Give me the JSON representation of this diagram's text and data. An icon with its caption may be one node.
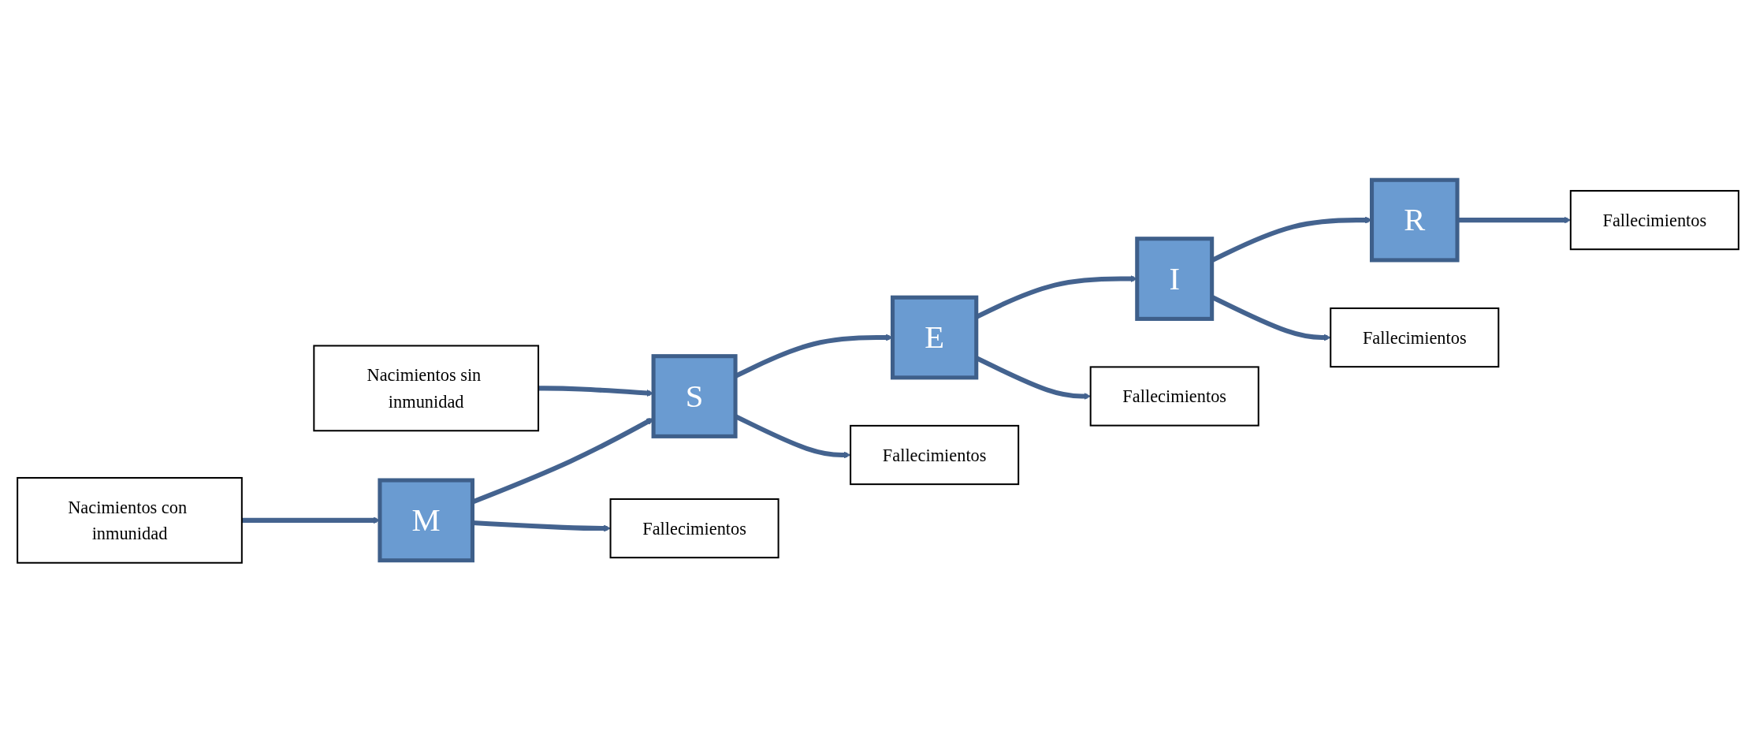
{
  "diagram": {
    "nodes": [
      {
        "text": [
          "Nacimientos con inmunidad"
        ]
      },
      {
        "text": [
          "Nacimientos sin inmunidad"
        ]
      },
      {
        "text": [
          "M"
        ]
      },
      {
        "text": [
          "S"
        ]
      },
      {
        "text": [
          "E"
        ]
      },
      {
        "text": [
          "I"
        ]
      },
      {
        "text": [
          "R"
        ]
      },
      {
        "text": [
          "Fallecimientos"
        ]
      },
      {
        "text": [
          "Fallecimientos"
        ]
      },
      {
        "text": [
          "Fallecimientos"
        ]
      },
      {
        "text": [
          "Fallecimientos"
        ]
      },
      {
        "text": [
          "Fallecimientos"
        ]
      }
    ],
    "edges": [
      {
        "from": 0,
        "to": 2,
        "arrow": "to"
      },
      {
        "from": 1,
        "to": 3,
        "arrow": "to"
      },
      {
        "from": 2,
        "to": 3,
        "arrow": "to"
      },
      {
        "from": 3,
        "to": 4,
        "arrow": "to"
      },
      {
        "from": 4,
        "to": 5,
        "arrow": "to"
      },
      {
        "from": 5,
        "to": 6,
        "arrow": "to"
      },
      {
        "from": 2,
        "to": 7,
        "arrow": "to"
      },
      {
        "from": 3,
        "to": 8,
        "arrow": "to"
      },
      {
        "from": 4,
        "to": 9,
        "arrow": "to"
      },
      {
        "from": 5,
        "to": 10,
        "arrow": "to"
      },
      {
        "from": 6,
        "to": 11,
        "arrow": "to"
      }
    ]
  }
}
